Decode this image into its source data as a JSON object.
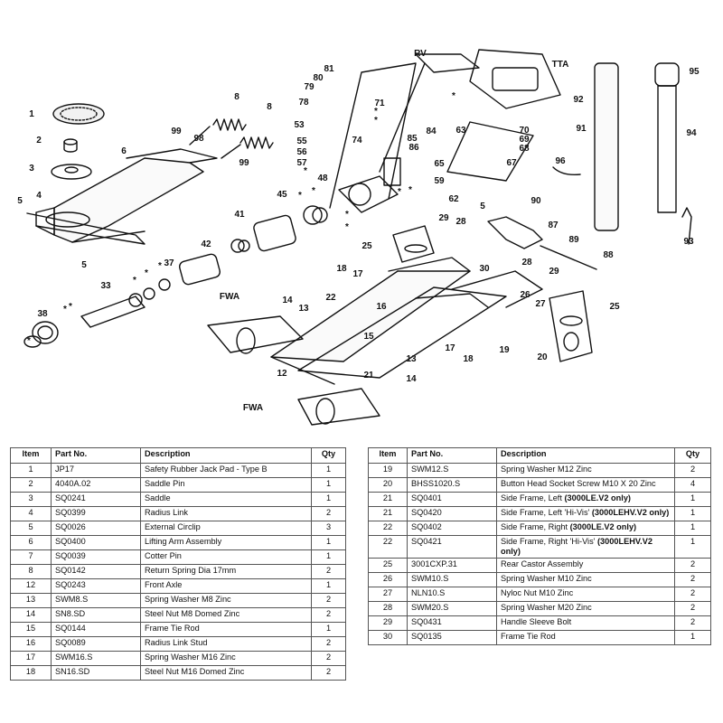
{
  "diagram": {
    "callouts": [
      "1",
      "2",
      "3",
      "4",
      "5",
      "5",
      "6",
      "8",
      "8",
      "98",
      "99",
      "99",
      "45",
      "41",
      "42",
      "37",
      "33",
      "38",
      "FWA",
      "FWA",
      "14",
      "13",
      "22",
      "12",
      "15",
      "21",
      "14",
      "13",
      "71",
      "81",
      "80",
      "79",
      "78",
      "53",
      "55",
      "56",
      "57",
      "48",
      "74",
      "85",
      "86",
      "84",
      "63",
      "65",
      "59",
      "62",
      "RV",
      "TTA",
      "70",
      "69",
      "68",
      "67",
      "29",
      "28",
      "25",
      "18",
      "17",
      "30",
      "16",
      "19",
      "20",
      "17",
      "18",
      "26",
      "27",
      "28",
      "29",
      "25",
      "96",
      "5",
      "90",
      "87",
      "89",
      "88",
      "92",
      "91",
      "95",
      "94",
      "93"
    ],
    "star": "*"
  },
  "table_left": {
    "headers": {
      "item": "Item",
      "part": "Part No.",
      "desc": "Description",
      "qty": "Qty"
    },
    "rows": [
      {
        "item": "1",
        "part": "JP17",
        "desc": "Safety Rubber Jack Pad - Type B",
        "qty": "1"
      },
      {
        "item": "2",
        "part": "4040A.02",
        "desc": "Saddle Pin",
        "qty": "1"
      },
      {
        "item": "3",
        "part": "SQ0241",
        "desc": "Saddle",
        "qty": "1"
      },
      {
        "item": "4",
        "part": "SQ0399",
        "desc": "Radius Link",
        "qty": "2"
      },
      {
        "item": "5",
        "part": "SQ0026",
        "desc": "External Circlip",
        "qty": "3"
      },
      {
        "item": "6",
        "part": "SQ0400",
        "desc": "Lifting Arm Assembly",
        "qty": "1"
      },
      {
        "item": "7",
        "part": "SQ0039",
        "desc": "Cotter Pin",
        "qty": "1"
      },
      {
        "item": "8",
        "part": "SQ0142",
        "desc": "Return Spring Dia 17mm",
        "qty": "2"
      },
      {
        "item": "12",
        "part": "SQ0243",
        "desc": "Front Axle",
        "qty": "1"
      },
      {
        "item": "13",
        "part": "SWM8.S",
        "desc": "Spring Washer M8 Zinc",
        "qty": "2"
      },
      {
        "item": "14",
        "part": "SN8.SD",
        "desc": "Steel Nut M8 Domed Zinc",
        "qty": "2"
      },
      {
        "item": "15",
        "part": "SQ0144",
        "desc": "Frame Tie Rod",
        "qty": "1"
      },
      {
        "item": "16",
        "part": "SQ0089",
        "desc": "Radius Link Stud",
        "qty": "2"
      },
      {
        "item": "17",
        "part": "SWM16.S",
        "desc": "Spring Washer M16 Zinc",
        "qty": "2"
      },
      {
        "item": "18",
        "part": "SN16.SD",
        "desc": "Steel Nut M16 Domed Zinc",
        "qty": "2"
      }
    ]
  },
  "table_right": {
    "headers": {
      "item": "Item",
      "part": "Part No.",
      "desc": "Description",
      "qty": "Qty"
    },
    "rows": [
      {
        "item": "19",
        "part": "SWM12.S",
        "desc": "Spring Washer M12 Zinc",
        "desc_bold": "",
        "qty": "2"
      },
      {
        "item": "20",
        "part": "BHSS1020.S",
        "desc": "Button Head Socket Screw M10 X 20 Zinc",
        "desc_bold": "",
        "qty": "4"
      },
      {
        "item": "21",
        "part": "SQ0401",
        "desc": "Side Frame, Left ",
        "desc_bold": "(3000LE.V2 only)",
        "qty": "1"
      },
      {
        "item": "21",
        "part": "SQ0420",
        "desc": "Side Frame, Left 'Hi-Vis' ",
        "desc_bold": "(3000LEHV.V2 only)",
        "qty": "1"
      },
      {
        "item": "22",
        "part": "SQ0402",
        "desc": "Side Frame, Right ",
        "desc_bold": "(3000LE.V2 only)",
        "qty": "1"
      },
      {
        "item": "22",
        "part": "SQ0421",
        "desc": "Side Frame, Right 'Hi-Vis' ",
        "desc_bold": "(3000LEHV.V2 only)",
        "qty": "1"
      },
      {
        "item": "25",
        "part": "3001CXP.31",
        "desc": "Rear Castor Assembly",
        "desc_bold": "",
        "qty": "2"
      },
      {
        "item": "26",
        "part": "SWM10.S",
        "desc": "Spring Washer M10 Zinc",
        "desc_bold": "",
        "qty": "2"
      },
      {
        "item": "27",
        "part": "NLN10.S",
        "desc": "Nyloc Nut M10 Zinc",
        "desc_bold": "",
        "qty": "2"
      },
      {
        "item": "28",
        "part": "SWM20.S",
        "desc": "Spring Washer M20 Zinc",
        "desc_bold": "",
        "qty": "2"
      },
      {
        "item": "29",
        "part": "SQ0431",
        "desc": "Handle Sleeve Bolt",
        "desc_bold": "",
        "qty": "2"
      },
      {
        "item": "30",
        "part": "SQ0135",
        "desc": "Frame Tie Rod",
        "desc_bold": "",
        "qty": "1"
      }
    ]
  }
}
